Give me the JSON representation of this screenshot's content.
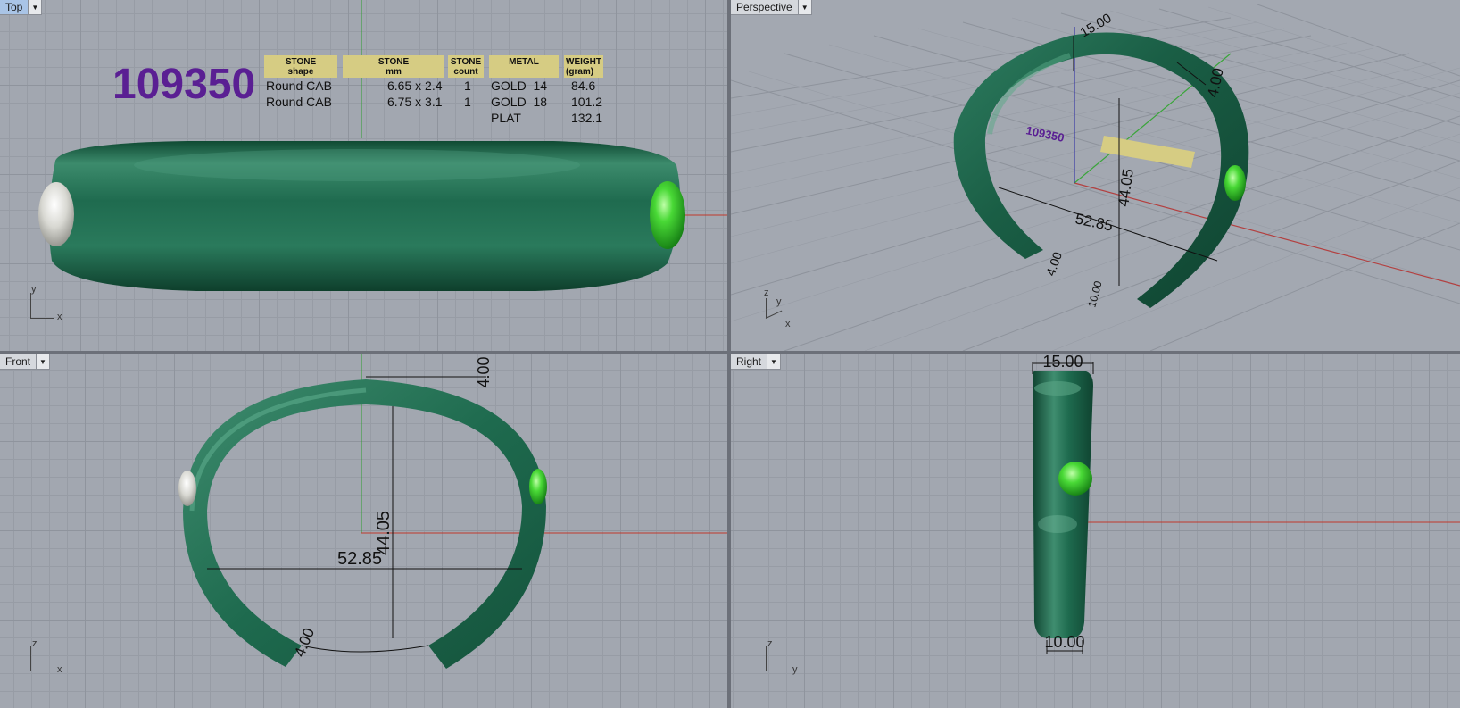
{
  "viewports": {
    "top": {
      "label": "Top",
      "axis_vertical": "y",
      "axis_horizontal": "x"
    },
    "perspective": {
      "label": "Perspective",
      "axis_up": "z",
      "axis_y": "y",
      "axis_x": "x"
    },
    "front": {
      "label": "Front",
      "axis_vertical": "z",
      "axis_horizontal": "x"
    },
    "right": {
      "label": "Right",
      "axis_vertical": "z",
      "axis_horizontal": "y"
    }
  },
  "part_number": "109350",
  "spec_table": {
    "headers": [
      {
        "line1": "STONE",
        "line2": "shape"
      },
      {
        "line1": "STONE",
        "line2": "mm"
      },
      {
        "line1": "STONE",
        "line2": "count"
      },
      {
        "line1": "METAL",
        "line2": ""
      },
      {
        "line1": "WEIGHT",
        "line2": "(gram)"
      }
    ],
    "stone_rows": [
      {
        "shape": "Round CAB",
        "mm": "6.65 x 2.4",
        "count": "1"
      },
      {
        "shape": "Round CAB",
        "mm": "6.75 x 3.1",
        "count": "1"
      }
    ],
    "metal_rows": [
      {
        "metal": "GOLD  14",
        "weight": "84.6"
      },
      {
        "metal": "GOLD  18",
        "weight": "101.2"
      },
      {
        "metal": "PLAT",
        "weight": "132.1"
      }
    ]
  },
  "dimensions": {
    "width": "15.00",
    "thickness": "4.00",
    "inner_height": "44.05",
    "inner_width": "52.85",
    "bottom_width": "10.00"
  },
  "colors": {
    "band": "#1f6b4f",
    "band_highlight": "#4f9e80",
    "stone_green": "#3fcf2e",
    "stone_white": "#e6e6e2",
    "axis_x": "#c0392b",
    "axis_y": "#2f9e2f",
    "axis_z": "#2f3fbf",
    "part_number": "#5a1f93",
    "table_header": "#d6cc83"
  }
}
